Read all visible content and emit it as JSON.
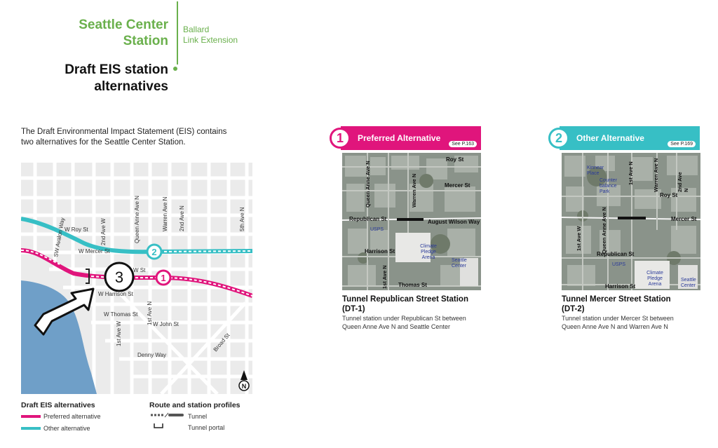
{
  "header": {
    "station_line1": "Seattle Center",
    "station_line2": "Station",
    "project_line1": "Ballard",
    "project_line2": "Link Extension",
    "title_line1": "Draft EIS station",
    "title_line2": "alternatives"
  },
  "intro": {
    "line1": "The Draft Environmental Impact Statement (EIS) contains",
    "line2": "two alternatives for the Seattle Center Station."
  },
  "map": {
    "streets": {
      "w_roy": "W Roy St",
      "w_mercer": "W Mercer St",
      "w_republican": "W     St",
      "w_harrison": "W Harrison St",
      "w_thomas": "W Thomas St",
      "w_john": "W John St",
      "denny": "Denny Way",
      "broad": "Broad St",
      "sw_avalon": "SW Avalon Way",
      "second_w": "2nd Ave W",
      "queen_anne": "Queen Anne Ave N",
      "warren": "Warren Ave N",
      "second_n": "2nd Ave N",
      "fifth_n": "5th Ave N",
      "first_w": "1st Ave W",
      "first_n": "1st Ave N"
    },
    "marker_preferred": "1",
    "marker_other": "2",
    "callout_number": "3",
    "north": "N"
  },
  "legend": {
    "alt_heading": "Draft EIS alternatives",
    "preferred": "Preferred alternative",
    "other": "Other alternative",
    "profile_heading": "Route and station profiles",
    "tunnel": "Tunnel",
    "tunnel_portal": "Tunnel portal"
  },
  "alternatives": [
    {
      "number": "1",
      "label": "Preferred Alternative",
      "see": "See P.163",
      "photo_labels": {
        "roy": "Roy St",
        "mercer": "Mercer St",
        "republican": "Republican St",
        "august": "August Wilson Way",
        "harrison": "Harrison St",
        "thomas": "Thomas St",
        "qa": "Queen Anne Ave N",
        "warren": "Warren Ave N",
        "first": "1st Ave N",
        "usps": "USPS",
        "arena": "Climate Pledge Arena",
        "center": "Seattle Center"
      },
      "station_title_1": "Tunnel Republican Street Station",
      "station_title_2": "(DT-1)",
      "desc_1": "Tunnel station under Republican St between",
      "desc_2": "Queen Anne Ave N and Seattle Center"
    },
    {
      "number": "2",
      "label": "Other Alternative",
      "see": "See P.169",
      "photo_labels": {
        "kinnear": "Kinnear Place",
        "counterbalance": "Counter balance Park",
        "first": "1st Ave N",
        "warren": "Warren Ave N",
        "second": "2nd Ave N",
        "roy": "Roy St",
        "mercer": "Mercer St",
        "first_w": "1st Ave W",
        "qa": "Queen Anne Ave N",
        "republican": "Republican St",
        "usps": "USPS",
        "harrison": "Harrison St",
        "arena": "Climate Pledge Arena",
        "center": "Seattle Center"
      },
      "station_title_1": "Tunnel Mercer Street Station",
      "station_title_2": "(DT-2)",
      "desc_1": "Tunnel station under Mercer St between",
      "desc_2": "Queen Anne Ave N and Warren Ave N"
    }
  ],
  "colors": {
    "green": "#6ab04c",
    "preferred": "#e0157c",
    "other": "#37bfc5",
    "water": "#6f9fc8"
  }
}
